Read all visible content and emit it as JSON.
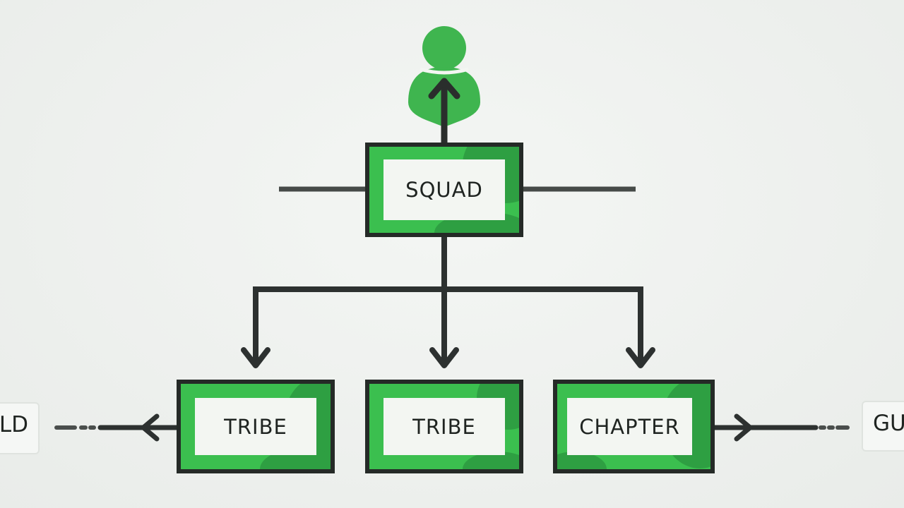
{
  "nodes": {
    "squad": "SQUAD",
    "tribe_left": "TRIBE",
    "tribe_center": "TRIBE",
    "chapter": "CHAPTER"
  },
  "side_labels": {
    "left": "LD",
    "right": "GU"
  },
  "colors": {
    "accent_green": "#3bbf4f",
    "dark_green": "#2e9f42",
    "outline": "#252a27",
    "background": "#eef1ee"
  },
  "icons": {
    "top": "person-icon"
  }
}
